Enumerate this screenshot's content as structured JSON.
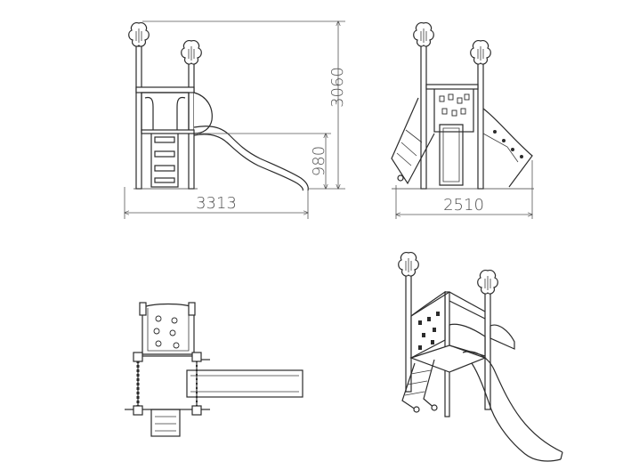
{
  "dimensions": {
    "side_height_total": "3060",
    "side_platform_height": "980",
    "side_width": "3313",
    "front_width": "2510"
  },
  "colors": {
    "line": "#2b2b2b",
    "dimension": "#555555",
    "background": "#ffffff"
  },
  "icons": [
    "arrow-icon"
  ]
}
